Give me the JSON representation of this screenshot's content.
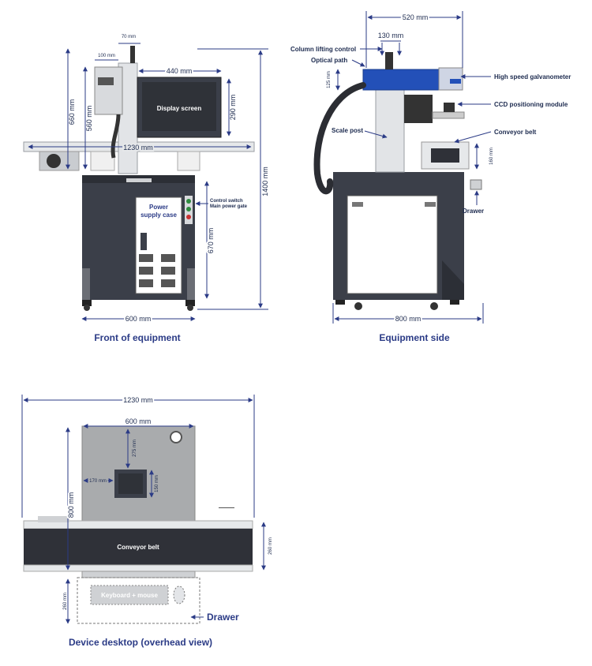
{
  "front": {
    "caption": "Front of equipment",
    "dims": {
      "d70": "70 mm",
      "d100": "100 mm",
      "d440": "440 mm",
      "d660": "660 mm",
      "d560": "560 mm",
      "d290": "290 mm",
      "d1230": "1230 mm",
      "d1400": "1400 mm",
      "d670": "670 mm",
      "d600": "600 mm"
    },
    "labels": {
      "display": "Display screen",
      "power1": "Power",
      "power2": "supply case",
      "control1": "Control switch",
      "control2": "Main power gate"
    }
  },
  "side": {
    "caption": "Equipment side",
    "dims": {
      "d520": "520 mm",
      "d130": "130 mm",
      "d125": "125 mm",
      "d160": "160 mm",
      "d800": "800 mm"
    },
    "labels": {
      "column_lifting": "Column lifting control",
      "optical_path": "Optical path",
      "galvanometer": "High speed galvanometer",
      "ccd": "CCD positioning module",
      "conveyor": "Conveyor belt",
      "scale_post": "Scale post",
      "drawer": "Drawer"
    }
  },
  "top": {
    "caption": "Device desktop (overhead view)",
    "dims": {
      "d1230": "1230 mm",
      "d600": "600 mm",
      "d275": "275 mm",
      "d170": "170 mm",
      "d150": "150 mm",
      "d800": "800 mm",
      "d260a": "260 mm",
      "d260b": "260 mm"
    },
    "labels": {
      "conveyor": "Conveyor belt",
      "keyboard": "Keyboard + mouse",
      "drawer": "Drawer"
    }
  },
  "colors": {
    "line": "#2b3b86",
    "cabinet": "#3b3f49",
    "panel": "#a9abad",
    "head_blue": "#2350b8",
    "belt": "#2f3138"
  }
}
